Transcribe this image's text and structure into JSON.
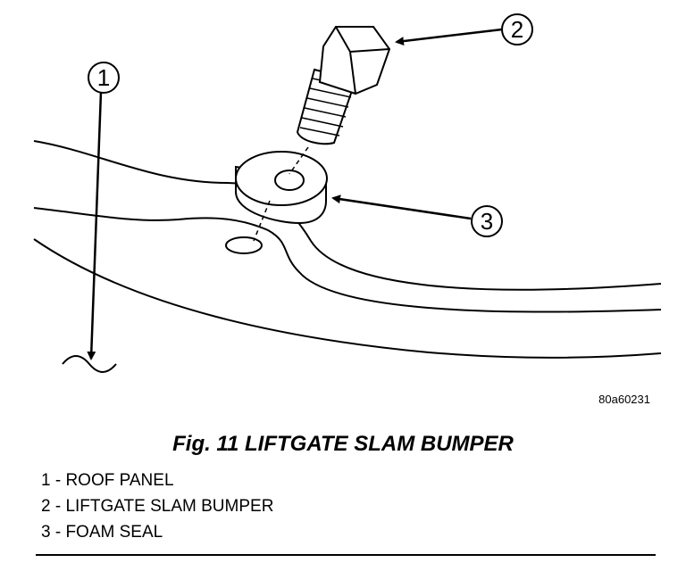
{
  "figure": {
    "code": "80a60231",
    "title": "Fig. 11 LIFTGATE SLAM BUMPER"
  },
  "callouts": [
    {
      "num": "1",
      "label": "1 - ROOF PANEL"
    },
    {
      "num": "2",
      "label": "2 - LIFTGATE SLAM BUMPER"
    },
    {
      "num": "3",
      "label": "3 - FOAM SEAL"
    }
  ]
}
